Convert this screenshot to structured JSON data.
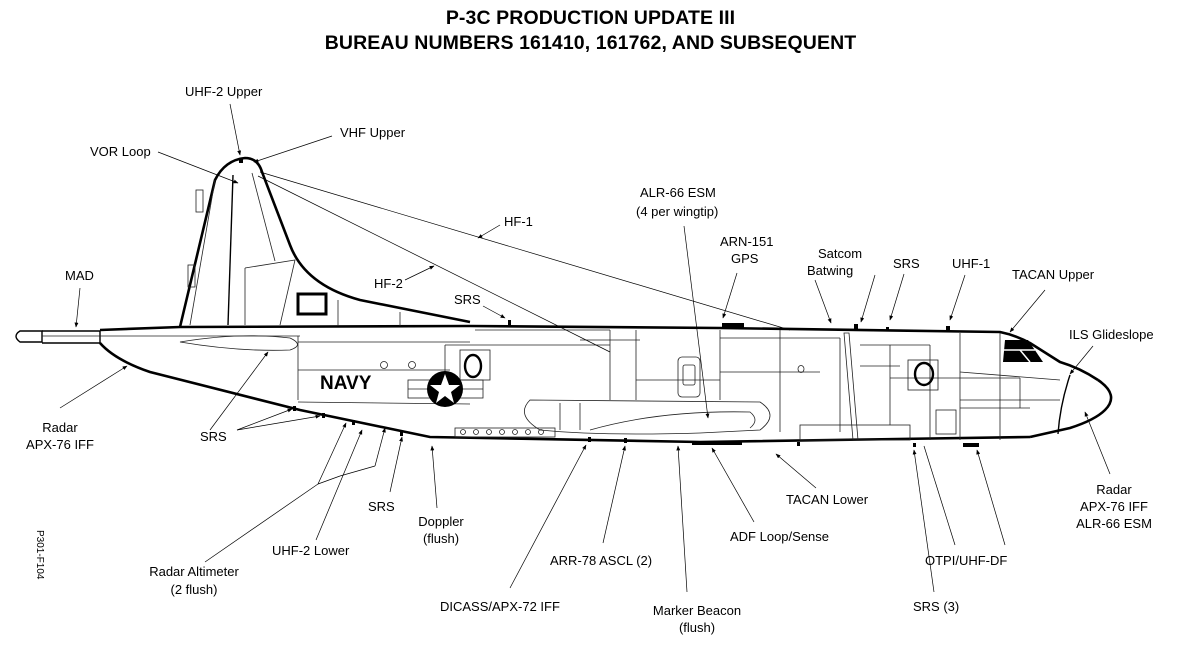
{
  "title": {
    "line1": "P-3C PRODUCTION UPDATE III",
    "line2": "BUREAU NUMBERS 161410, 161762, AND SUBSEQUENT"
  },
  "figure_id": "P301-F104",
  "aircraft_marking": "NAVY",
  "labels": {
    "uhf2_upper": [
      "UHF-2 Upper"
    ],
    "vhf_upper": [
      "VHF Upper"
    ],
    "vor_loop": [
      "VOR Loop"
    ],
    "hf1": [
      "HF-1"
    ],
    "hf2": [
      "HF-2"
    ],
    "mad": [
      "MAD"
    ],
    "srs_dorsal": [
      "SRS"
    ],
    "alr66_esm": [
      "ALR-66 ESM",
      "(4 per wingtip)"
    ],
    "arn151_gps": [
      "ARN-151",
      "GPS"
    ],
    "satcom_batwing": [
      "Satcom",
      "Batwing"
    ],
    "srs_top": [
      "SRS"
    ],
    "uhf1": [
      "UHF-1"
    ],
    "tacan_upper": [
      "TACAN Upper"
    ],
    "ils_glideslope": [
      "ILS Glideslope"
    ],
    "radar_apx76_tail": [
      "Radar",
      "APX-76 IFF"
    ],
    "srs_tail_lower": [
      "SRS"
    ],
    "srs_lower": [
      "SRS"
    ],
    "uhf2_lower": [
      "UHF-2 Lower"
    ],
    "radar_altimeter": [
      "Radar Altimeter",
      "(2 flush)"
    ],
    "doppler": [
      "Doppler",
      "(flush)"
    ],
    "dicass": [
      "DICASS/APX-72 IFF"
    ],
    "arr78": [
      "ARR-78 ASCL (2)"
    ],
    "marker_beacon": [
      "Marker Beacon",
      "(flush)"
    ],
    "adf": [
      "ADF Loop/Sense"
    ],
    "tacan_lower": [
      "TACAN Lower"
    ],
    "srs3": [
      "SRS (3)"
    ],
    "otpi": [
      "OTPI/UHF-DF"
    ],
    "radar_nose": [
      "Radar",
      "APX-76 IFF",
      "ALR-66 ESM"
    ]
  }
}
